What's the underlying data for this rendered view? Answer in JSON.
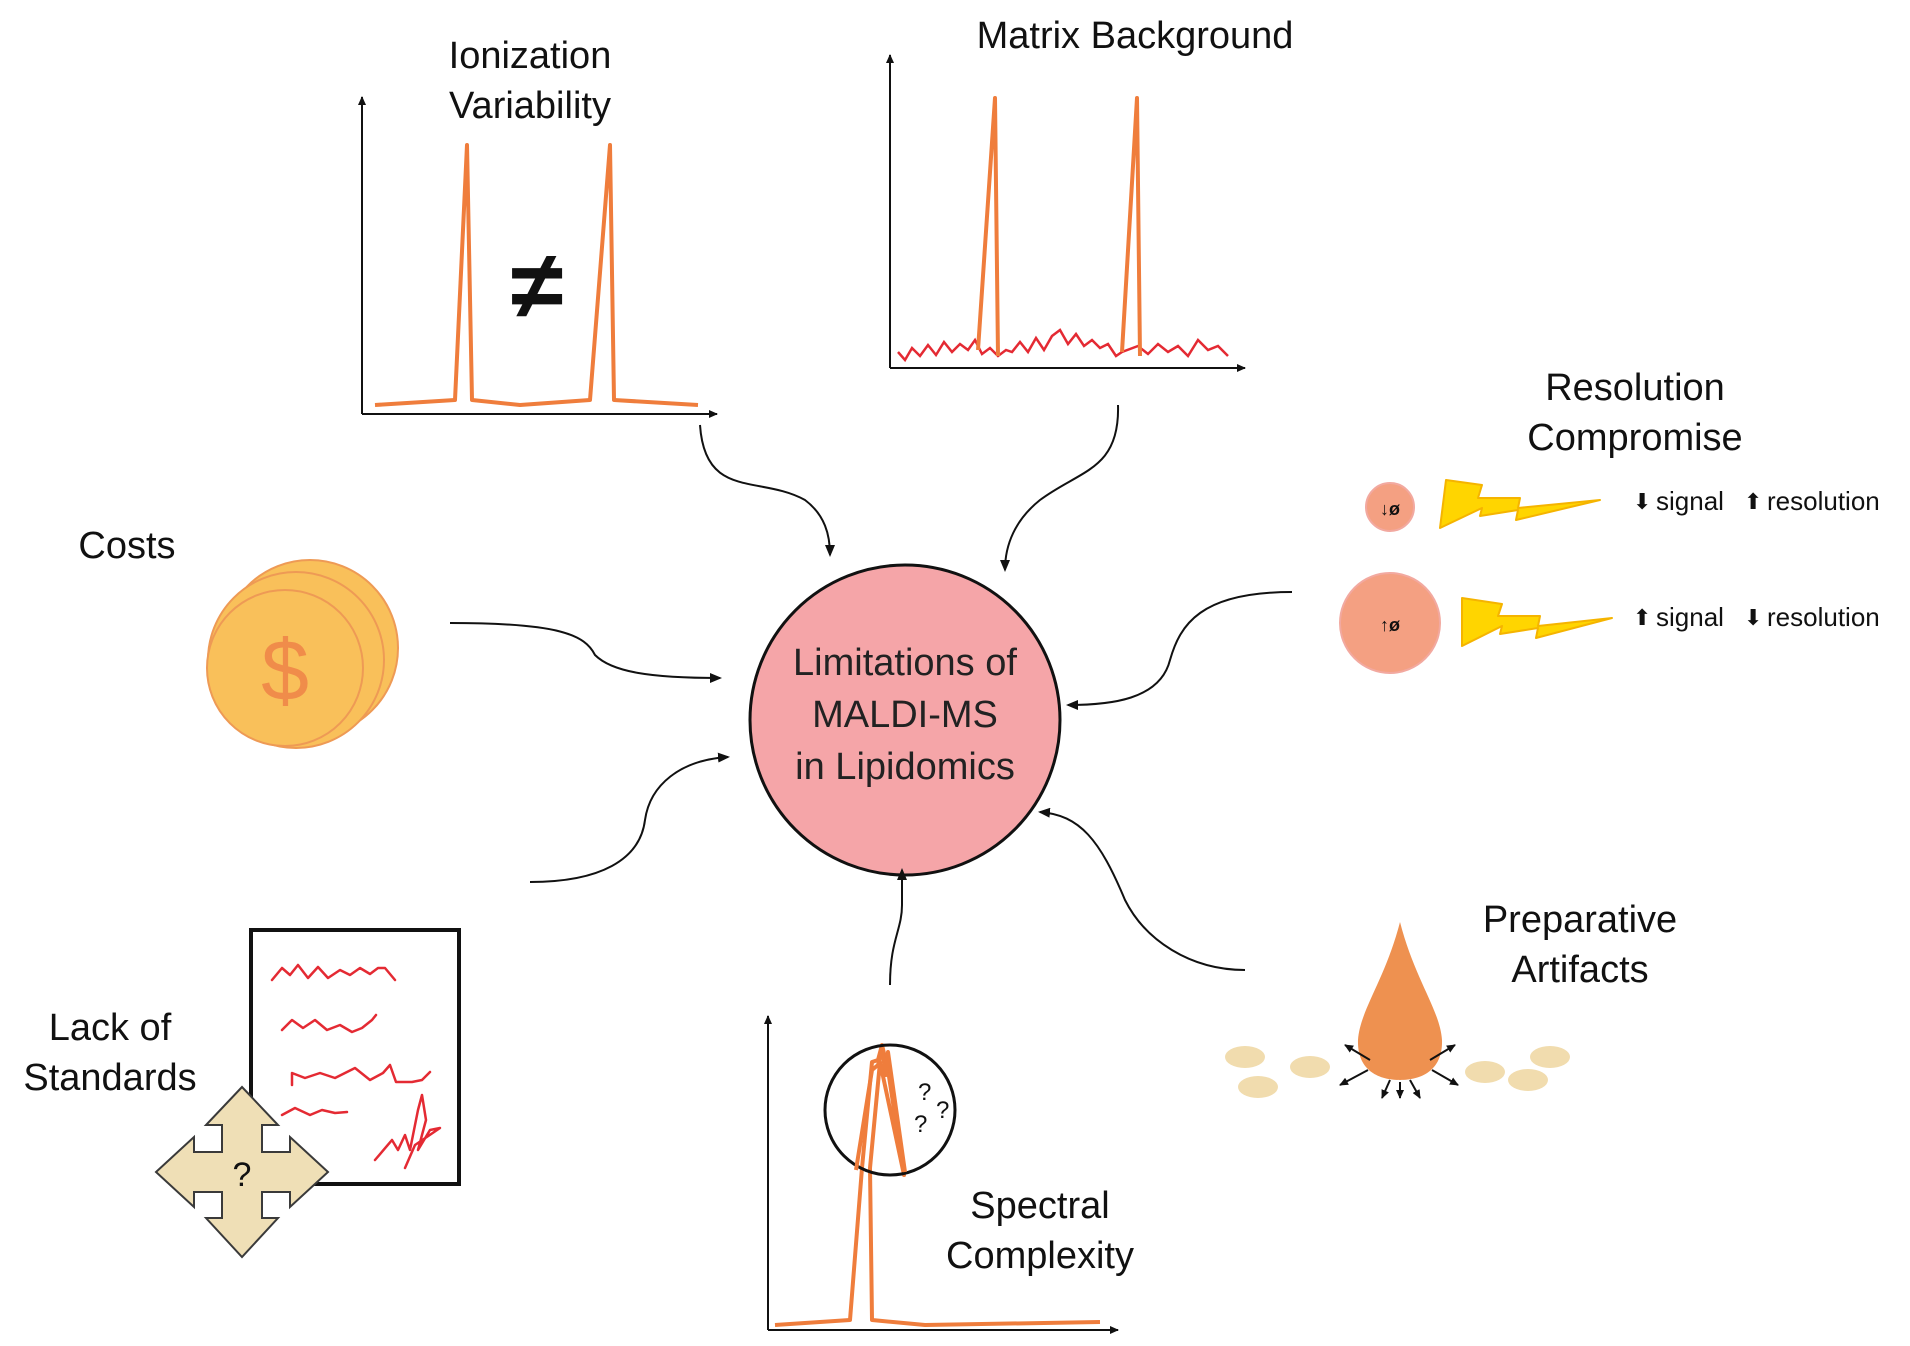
{
  "center": {
    "line1": "Limitations of",
    "line2": "MALDI-MS",
    "line3": "in Lipidomics"
  },
  "ionization": {
    "line1": "Ionization",
    "line2": "Variability",
    "symbol": "≠"
  },
  "matrix": {
    "title": "Matrix Background"
  },
  "resolution": {
    "line1": "Resolution",
    "line2": "Compromise",
    "small_spot": "↓ø",
    "large_spot": "↑ø",
    "row1_a": "signal",
    "row1_b": "resolution",
    "row2_a": "signal",
    "row2_b": "resolution",
    "arrow_down": "⬇",
    "arrow_up": "⬆"
  },
  "costs": {
    "title": "Costs",
    "symbol": "$"
  },
  "standards": {
    "line1": "Lack of",
    "line2": "Standards",
    "symbol": "?"
  },
  "spectral": {
    "line1": "Spectral",
    "line2": "Complexity",
    "q1": "?",
    "q2": "?",
    "q3": "?"
  },
  "preparative": {
    "line1": "Preparative",
    "line2": "Artifacts"
  },
  "colors": {
    "center_fill": "#f5a5a8",
    "peak": "#ef7d3c",
    "noise": "#e42a33",
    "coin": "#f9c05a",
    "bolt": "#ffd500",
    "droplet": "#ee9150",
    "crystal": "#f1dcae"
  }
}
